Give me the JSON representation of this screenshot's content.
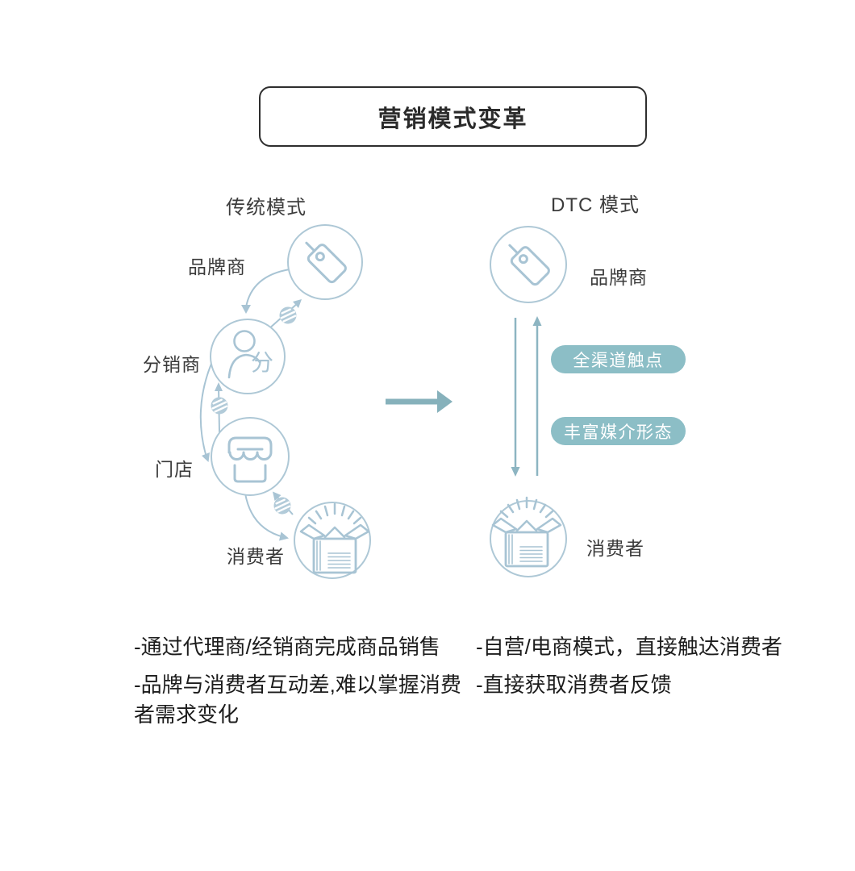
{
  "title": "营销模式变革",
  "traditional": {
    "heading": "传统模式",
    "labels": {
      "brand": "品牌商",
      "distributor": "分销商",
      "store": "门店",
      "consumer": "消费者"
    },
    "distributor_glyph": "分",
    "notes": [
      "-通过代理商/经销商完成商品销售",
      "-品牌与消费者互动差,难以掌握消费者需求变化"
    ]
  },
  "dtc": {
    "heading": "DTC 模式",
    "labels": {
      "brand": "品牌商",
      "consumer": "消费者"
    },
    "pills": [
      "全渠道触点",
      "丰富媒介形态"
    ],
    "notes": [
      "-自营/电商模式，直接触达消费者",
      "-直接获取消费者反馈"
    ]
  },
  "icons": {
    "brand": "price-tag-icon",
    "distributor": "person-icon",
    "store": "storefront-icon",
    "consumer": "open-box-icon",
    "transaction": "coin-icon",
    "transition": "right-arrow"
  },
  "colors": {
    "outline_blue": "#aec8d6",
    "teal_accent": "#8cbec6",
    "teal_arrow": "#86b1bb",
    "title_border": "#2e2e2e",
    "heading_text": "#3c3c3c",
    "note_text": "#1c1c1c",
    "pill_text": "#ffffff"
  }
}
